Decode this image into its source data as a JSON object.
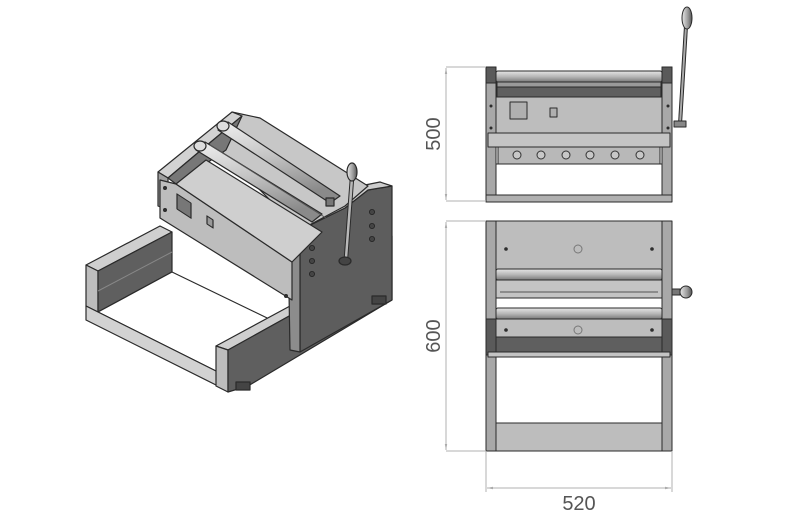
{
  "drawing": {
    "type": "technical-drawing",
    "subject": "manual roller machine with lever handle",
    "views": [
      {
        "name": "isometric",
        "label": ""
      },
      {
        "name": "front",
        "label": ""
      },
      {
        "name": "top",
        "label": ""
      }
    ],
    "dimensions": {
      "height": {
        "value": "500",
        "unit": ""
      },
      "depth": {
        "value": "600",
        "unit": ""
      },
      "width": {
        "value": "520",
        "unit": ""
      }
    },
    "colors": {
      "dark_panel": "#5f5f5f",
      "mid_panel": "#9a9a9a",
      "light_panel": "#c8c8c8",
      "roller": "#b4b4b4",
      "outline": "#2a2a2a",
      "dim_line": "#b0b0b0",
      "dim_text": "#555555"
    }
  }
}
